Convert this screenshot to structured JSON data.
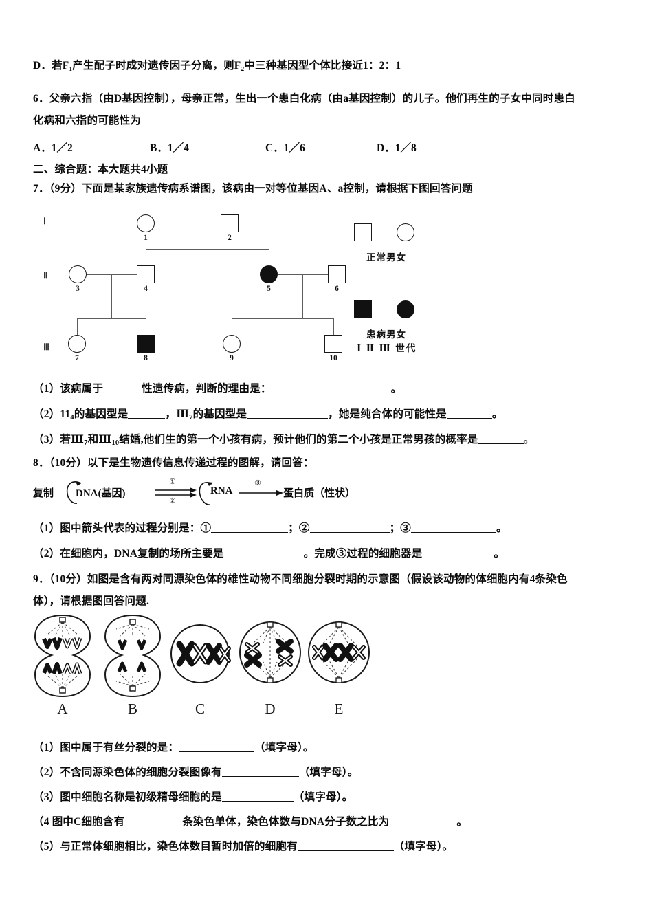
{
  "document": {
    "type": "exam-paper",
    "subject_hint": "biology-genetics"
  },
  "q5_option_d": "D．若F₁产生配子时成对遗传因子分离，则F₂中三种基因型个体比接近1：2：1",
  "q6": {
    "line1": "6．父亲六指（由D基因控制），母亲正常，生出一个患白化病（由a基因控制）的儿子。他们再生的子女中同时患白",
    "line2": "化病和六指的可能性为",
    "options": [
      {
        "label": "A．1／2"
      },
      {
        "label": "B．1／4"
      },
      {
        "label": "C．1／6"
      },
      {
        "label": "D．1／8"
      }
    ]
  },
  "section2_title": "二、综合题：本大题共4小题",
  "q7": {
    "stem": "7．（9分）下面是某家族遗传病系谱图，该病由一对等位基因A、a控制，请根据下图回答问题",
    "sub1_a": "（1）该病属于",
    "sub1_b": "性遗传病，判断的理由是：",
    "sub1_c": "。",
    "sub2_a": "（2）11",
    "sub2_sub": "4",
    "sub2_b": "的基因型是",
    "sub2_c": "，Ⅲ",
    "sub2_sub2": "7",
    "sub2_d": "的基因型是",
    "sub2_e": "，她是纯合体的可能性是",
    "sub2_f": "。",
    "sub3_a": "（3）若Ⅲ",
    "sub3_sub": "7",
    "sub3_b": "和Ⅲ",
    "sub3_sub2": "10",
    "sub3_c": "结婚,他们生的第一个小孩有病，预计他们的第二个小孩是正常男孩的概率是",
    "sub3_d": "。"
  },
  "pedigree": {
    "generations": [
      "Ⅰ",
      "Ⅱ",
      "Ⅲ"
    ],
    "individuals": [
      {
        "id": "1",
        "sex": "female",
        "affected": false,
        "generation": "Ⅰ"
      },
      {
        "id": "2",
        "sex": "male",
        "affected": false,
        "generation": "Ⅰ"
      },
      {
        "id": "3",
        "sex": "female",
        "affected": false,
        "generation": "Ⅱ"
      },
      {
        "id": "4",
        "sex": "male",
        "affected": false,
        "generation": "Ⅱ"
      },
      {
        "id": "5",
        "sex": "female",
        "affected": true,
        "generation": "Ⅱ"
      },
      {
        "id": "6",
        "sex": "male",
        "affected": false,
        "generation": "Ⅱ"
      },
      {
        "id": "7",
        "sex": "female",
        "affected": false,
        "generation": "Ⅲ"
      },
      {
        "id": "8",
        "sex": "male",
        "affected": true,
        "generation": "Ⅲ"
      },
      {
        "id": "9",
        "sex": "female",
        "affected": false,
        "generation": "Ⅲ"
      },
      {
        "id": "10",
        "sex": "male",
        "affected": false,
        "generation": "Ⅲ"
      }
    ],
    "legend": {
      "normal_caption": "正常男女",
      "affected_caption": "患病男女",
      "generation_caption": "Ⅰ Ⅱ Ⅲ 世代"
    }
  },
  "q8": {
    "stem": "8．（10分）以下是生物遗传信息传递过程的图解，请回答：",
    "diagram": {
      "replication_label": "复制",
      "node1": "DNA(基因)",
      "node2": "RNA",
      "node3": "蛋白质（性状）",
      "step1": "①",
      "step2": "②",
      "step3": "③"
    },
    "sub1_a": "（1）图中箭头代表的过程分别是：①",
    "sub1_b": "；②",
    "sub1_c": "；③",
    "sub1_d": "。",
    "sub2_a": "（2）在细胞内，DNA复制的场所主要是",
    "sub2_b": "。完成③过程的细胞器是",
    "sub2_c": "。"
  },
  "q9": {
    "stem_line1": "9．（10分）如图是含有两对同源染色体的雄性动物不同细胞分裂时期的示意图（假设该动物的体细胞内有4条染色",
    "stem_line2": "体），请根据图回答问题.",
    "figure_labels": [
      "A",
      "B",
      "C",
      "D",
      "E"
    ],
    "sub1_a": "（1）图中属于有丝分裂的是：",
    "sub1_b": "（填字母）。",
    "sub2_a": "（2）不含同源染色体的细胞分裂图像有",
    "sub2_b": "（填字母）。",
    "sub3_a": "（3）图中细胞名称是初级精母细胞的是",
    "sub3_b": "（填字母）。",
    "sub4_a": "（4 图中C细胞含有",
    "sub4_b": "条染色单体，染色体数与DNA分子数之比为",
    "sub4_c": "。",
    "sub5_a": "（5）与正常体细胞相比，染色体数目暂时加倍的细胞有",
    "sub5_b": "（填字母）。"
  },
  "colors": {
    "ink": "#0a0a0a",
    "line": "#5d5d5d",
    "fill": "#111111",
    "paper": "#ffffff"
  }
}
